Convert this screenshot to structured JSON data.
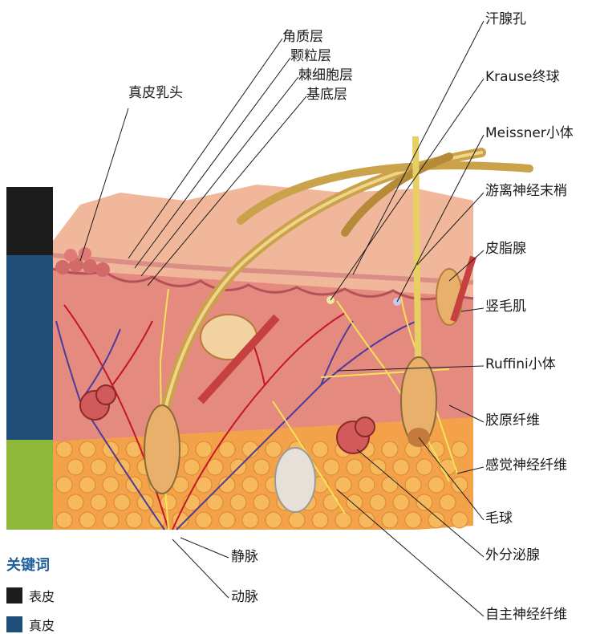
{
  "labels": {
    "dermal_papilla": "真皮乳头",
    "stratum_corneum": "角质层",
    "stratum_granulosum": "颗粒层",
    "stratum_spinosum": "棘细胞层",
    "stratum_basale": "基底层",
    "sweat_pore": "汗腺孔",
    "krause_bulb": "Krause终球",
    "meissner": "Meissner小体",
    "free_nerve": "游离神经末梢",
    "sebaceous": "皮脂腺",
    "arrector": "竖毛肌",
    "ruffini": "Ruffini小体",
    "collagen": "胶原纤维",
    "sensory_nerve": "感觉神经纤维",
    "hair_bulb": "毛球",
    "exocrine": "外分泌腺",
    "autonomic_nerve": "自主神经纤维",
    "vein": "静脉",
    "artery": "动脉"
  },
  "legend": {
    "title": "关键词",
    "items": [
      {
        "label": "表皮",
        "color": "#1c1c1c"
      },
      {
        "label": "真皮",
        "color": "#1f4e79"
      }
    ]
  },
  "colors": {
    "epidermis": "#1c1c1c",
    "dermis": "#1f4e79",
    "hypodermis": "#8db83a",
    "skin_surface": "#f0b79a",
    "dermis_tissue": "#e58a7f",
    "fat": "#f3a24a",
    "hair": "#c9a24a",
    "nerve": "#f2e35a",
    "artery_color": "#c4162a",
    "vein_color": "#4b3b9a"
  }
}
